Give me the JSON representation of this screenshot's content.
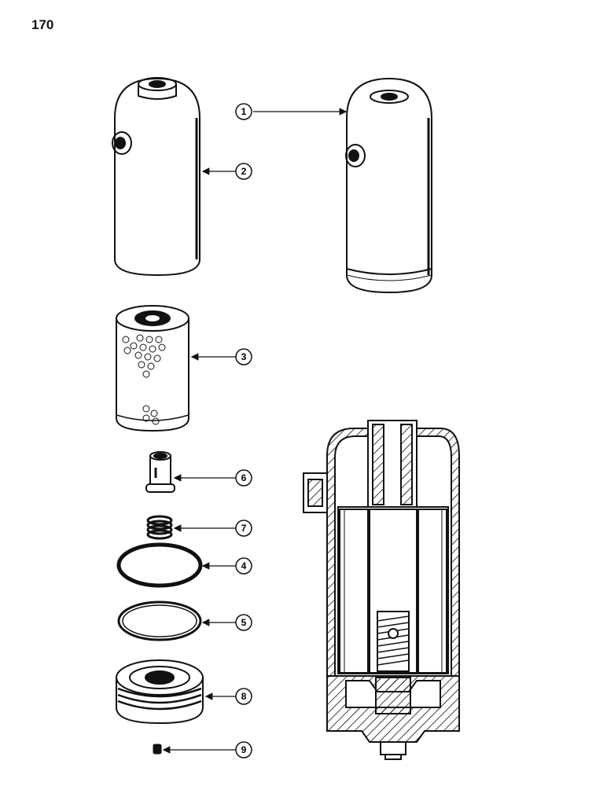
{
  "page": {
    "number": "170"
  },
  "callouts": [
    {
      "label": "1"
    },
    {
      "label": "2"
    },
    {
      "label": "3"
    },
    {
      "label": "6"
    },
    {
      "label": "7"
    },
    {
      "label": "4"
    },
    {
      "label": "5"
    },
    {
      "label": "8"
    },
    {
      "label": "9"
    }
  ]
}
